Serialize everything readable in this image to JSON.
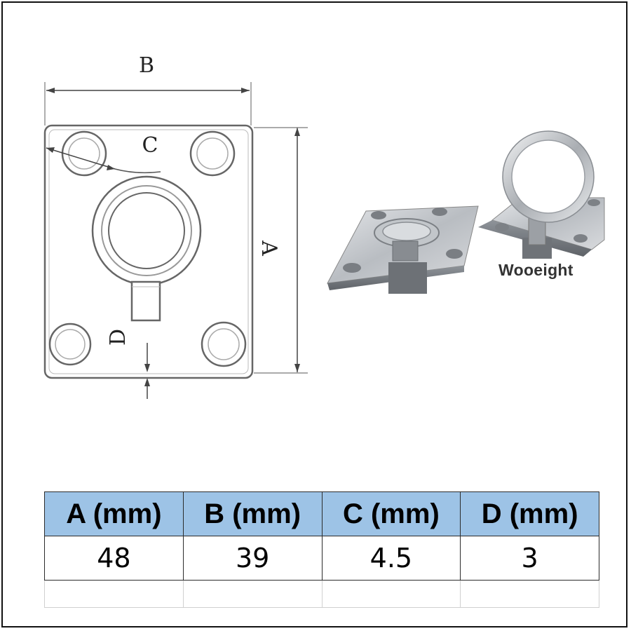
{
  "drawing": {
    "label_a": "A",
    "label_b": "B",
    "label_c": "C",
    "label_d": "D"
  },
  "photo": {
    "watermark": "Wooeight"
  },
  "spec_table": {
    "headers": [
      "A (mm)",
      "B (mm)",
      "C (mm)",
      "D (mm)"
    ],
    "values": [
      "48",
      "39",
      "4.5",
      "3"
    ]
  },
  "colors": {
    "header_fill": "#9dc3e6",
    "border": "#2b2b2b",
    "line_art": "#555555",
    "steel": "#c9ccd0"
  }
}
